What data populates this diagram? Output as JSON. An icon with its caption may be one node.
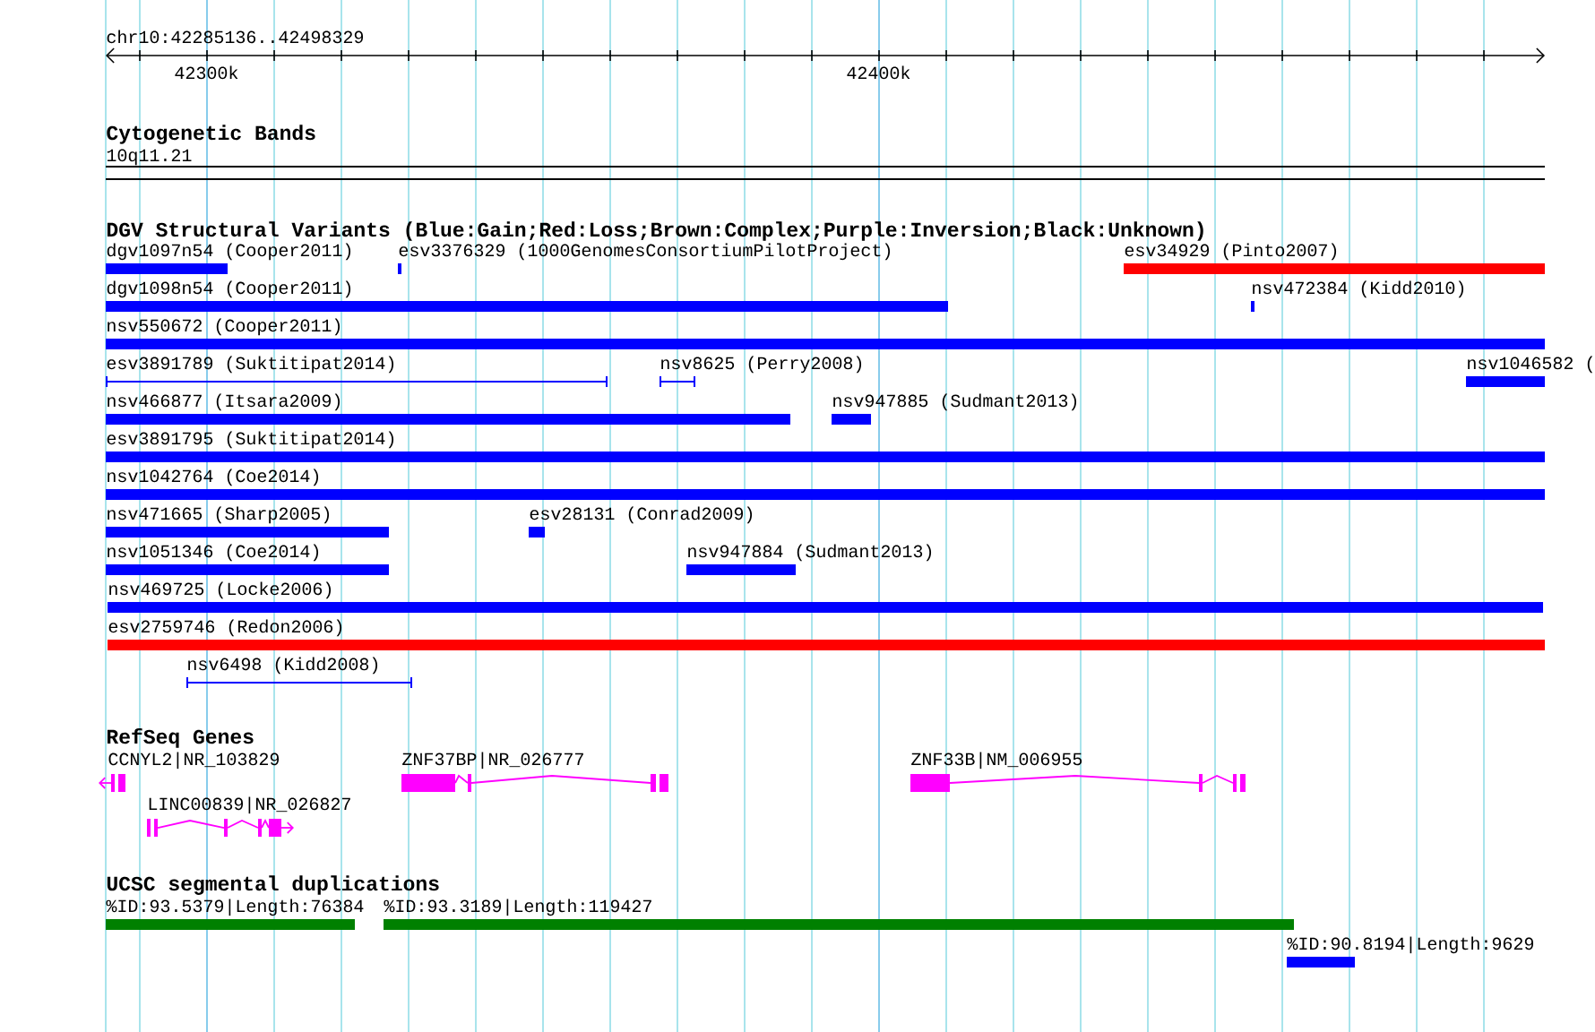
{
  "diagram": {
    "nodes": [
      {
        "text": [
          "dgv1097n54 (Cooper2011)"
        ]
      },
      {
        "text": [
          "esv3376329 (1000GenomesConsortiumPilotProject)"
        ]
      },
      {
        "text": [
          "esv34929 (Pinto2007)"
        ]
      },
      {
        "text": [
          "dgv1098n54 (Cooper2011)"
        ]
      },
      {
        "text": [
          "nsv472384 (Kidd2010)"
        ]
      },
      {
        "text": [
          "nsv550672 (Cooper2011)"
        ]
      },
      {
        "text": [
          "esv3891789 (Suktitipat2014)"
        ]
      },
      {
        "text": [
          "nsv8625 (Perry2008)"
        ]
      },
      {
        "text": [
          "nsv1046582 ("
        ]
      },
      {
        "text": [
          "nsv466877 (Itsara2009)"
        ]
      },
      {
        "text": [
          "nsv947885 (Sudmant2013)"
        ]
      },
      {
        "text": [
          "esv3891795 (Suktitipat2014)"
        ]
      },
      {
        "text": [
          "nsv1042764 (Coe2014)"
        ]
      },
      {
        "text": [
          "nsv471665 (Sharp2005)"
        ]
      },
      {
        "text": [
          "esv28131 (Conrad2009)"
        ]
      },
      {
        "text": [
          "nsv1051346 (Coe2014)"
        ]
      },
      {
        "text": [
          "nsv947884 (Sudmant2013)"
        ]
      },
      {
        "text": [
          "nsv469725 (Locke2006)"
        ]
      },
      {
        "text": [
          "esv2759746 (Redon2006)"
        ]
      },
      {
        "text": [
          "nsv6498 (Kidd2008)"
        ]
      },
      {
        "text": [
          "CCNYL2|NR_103829"
        ]
      },
      {
        "text": [
          "ZNF37BP|NR_026777"
        ]
      },
      {
        "text": [
          "LINC00839|NR_026827"
        ]
      },
      {
        "text": [
          "ZNF33B|NM_006955"
        ]
      },
      {
        "text": [
          "%ID:93.5379|Length:76384"
        ]
      },
      {
        "text": [
          "%ID:93.3189|Length:119427"
        ]
      },
      {
        "text": [
          "%ID:90.8194|Length:9629"
        ]
      }
    ],
    "labels": [
      "chr10:42285136..42498329",
      "42300k",
      "42400k",
      "Cytogenetic Bands",
      "10q11.21",
      "DGV Structural Variants (Blue:Gain;Red:Loss;Brown:Complex;Purple:Inversion;Black:Unknown)",
      "RefSeq Genes",
      "UCSC segmental duplications"
    ]
  }
}
